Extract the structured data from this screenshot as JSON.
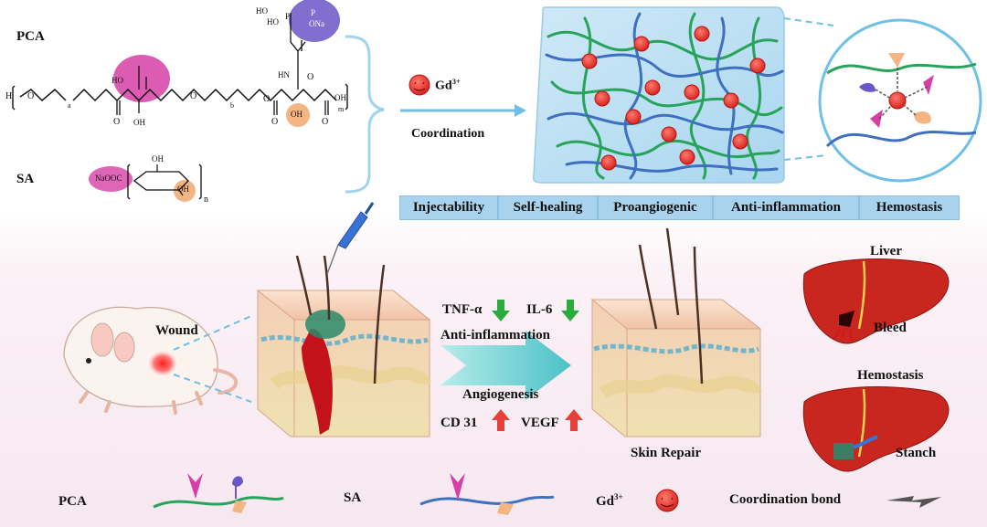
{
  "top": {
    "pca_label": "PCA",
    "sa_label": "SA",
    "ion_label": "Gd",
    "ion_charge": "3+",
    "coordination_label": "Coordination",
    "chem": {
      "h_end": "H",
      "sub_a": "a",
      "sub_b": "b",
      "sub_m": "m",
      "sub_n": "n",
      "o": "O",
      "oh": "OH",
      "ho": "HO",
      "hn": "HN",
      "p": "P",
      "ona": "ONa",
      "naooc": "NaOOC"
    }
  },
  "properties": [
    "Injectability",
    "Self-healing",
    "Proangiogenic",
    "Anti-inflammation",
    "Hemostasis"
  ],
  "bottom": {
    "wound_label": "Wound",
    "tnf_label": "TNF-α",
    "il6_label": "IL-6",
    "anti_inflammation_label": "Anti-inflammation",
    "angiogenesis_label": "Angiogenesis",
    "cd31_label": "CD 31",
    "vegf_label": "VEGF",
    "skin_repair_label": "Skin Repair",
    "liver_label": "Liver",
    "bleed_label": "Bleed",
    "hemostasis_label": "Hemostasis",
    "stanch_label": "Stanch"
  },
  "legend": {
    "pca_label": "PCA",
    "sa_label": "SA",
    "gd_label": "Gd",
    "gd_charge": "3+",
    "bond_label": "Coordination bond"
  },
  "colors": {
    "pca_chain": "#27a35a",
    "sa_chain": "#3e6fc0",
    "gd_ion": "#e8302b",
    "highlight_pink": "#d63fa6",
    "highlight_purple": "#6a56c7",
    "highlight_orange": "#f5b583",
    "down_arrow": "#2daa3c",
    "up_arrow": "#e5413a",
    "property_box": "#a9d3ec",
    "liver": "#c8261e"
  }
}
